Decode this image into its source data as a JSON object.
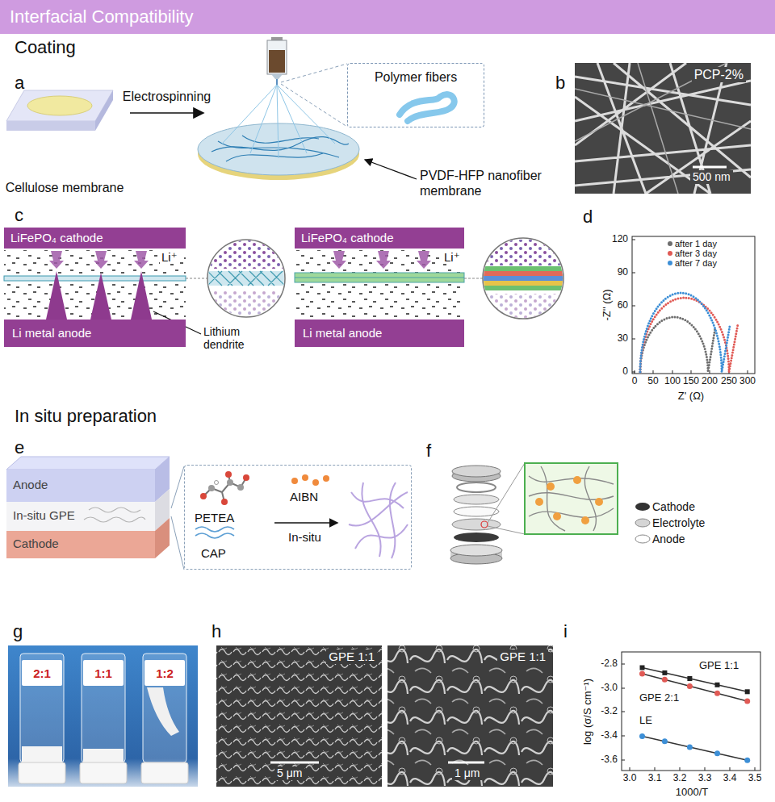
{
  "diagram": {
    "title": "Interfacial Compatibility",
    "nodes": [
      {
        "text": [
          "Cellulose membrane"
        ]
      },
      {
        "text": [
          "PVDF-HFP nanofiber membrane"
        ]
      },
      {
        "text": [
          "Polymer fibers"
        ]
      },
      {
        "text": [
          "PCP-2%",
          "500 nm"
        ]
      },
      {
        "text": [
          "LiFePO₄ cathode"
        ]
      },
      {
        "text": [
          "Li metal anode"
        ]
      },
      {
        "text": [
          "LiFePO₄ cathode"
        ]
      },
      {
        "text": [
          "Li metal anode"
        ]
      },
      {
        "text": [
          "Anode"
        ]
      },
      {
        "text": [
          "In-situ GPE"
        ]
      },
      {
        "text": [
          "Cathode"
        ]
      },
      {
        "text": [
          "PETEA",
          "CAP",
          "AIBN",
          "In-situ"
        ]
      },
      {
        "text": [
          "2:1",
          "1:1",
          "1:2"
        ]
      },
      {
        "text": [
          "GPE 1:1",
          "5 μm"
        ]
      },
      {
        "text": [
          "GPE 1:1",
          "1 μm"
        ]
      }
    ],
    "edges": [
      {
        "from": 0,
        "to": 1,
        "label": "Electrospinning",
        "arrow": "to"
      }
    ],
    "labels": [
      "Coating",
      "a",
      "b",
      "c",
      "Li⁺",
      "Lithium dendrite",
      "Li⁺",
      "d",
      "120",
      "90",
      "60",
      "30",
      "0",
      "0",
      "50",
      "100",
      "150",
      "200",
      "250",
      "300",
      "-Z'' (Ω)",
      "Z' (Ω)",
      "In situ preparation",
      "e",
      "f",
      "Cathode",
      "Electrolyte",
      "Anode",
      "g",
      "h",
      "i",
      "-2.8",
      "-3.0",
      "-3.2",
      "-3.4",
      "-3.6",
      "3.0",
      "3.1",
      "3.2",
      "3.3",
      "3.4",
      "3.5",
      "log (σ/S cm⁻¹)",
      "1000/T",
      "GPE 1:1",
      "GPE 2:1",
      "LE"
    ],
    "legend": [
      {
        "text": "after 1 day",
        "color": "#6e6e6e"
      },
      {
        "text": "after 3 day",
        "color": "#e05a55"
      },
      {
        "text": "after 7 day",
        "color": "#3d8fd6"
      }
    ]
  }
}
